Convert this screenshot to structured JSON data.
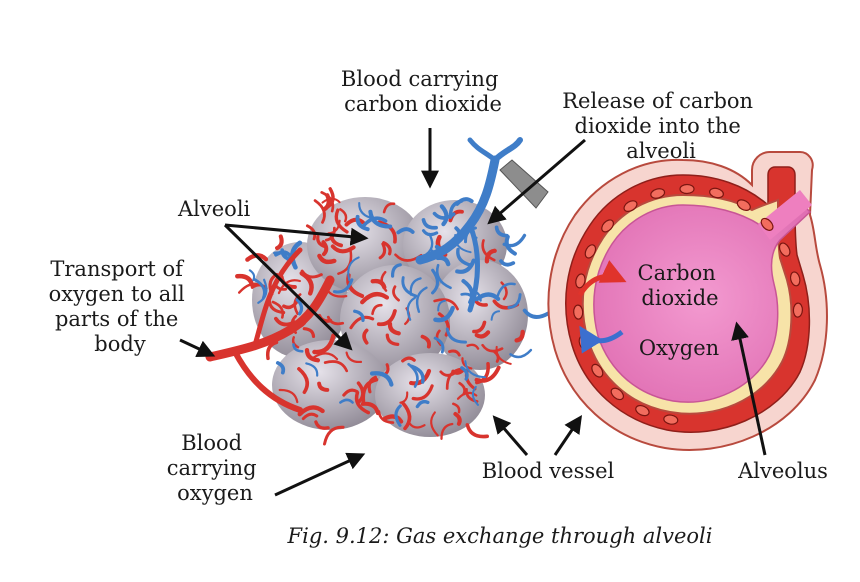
{
  "labels": {
    "blood_co2": [
      "Blood carrying",
      "carbon dioxide"
    ],
    "release_co2": [
      "Release of carbon",
      "dioxide into the",
      "alveoli"
    ],
    "alveoli": "Alveoli",
    "transport_o2": [
      "Transport of",
      "oxygen to all",
      "parts of the",
      "body"
    ],
    "blood_o2": [
      "Blood",
      "carrying",
      "oxygen"
    ],
    "blood_vessel": "Blood vessel",
    "alveolus": "Alveolus",
    "carbon_dioxide": [
      "Carbon",
      "dioxide"
    ],
    "oxygen": "Oxygen"
  },
  "caption": "Fig. 9.12: Gas exchange through alveoli",
  "colors": {
    "artery": "#d8342e",
    "vein": "#3f7dc8",
    "alveolus_fill": "#ee7fbf",
    "cell_wall": "#f4c6c0",
    "sac_gray": "#a9a4ad"
  }
}
